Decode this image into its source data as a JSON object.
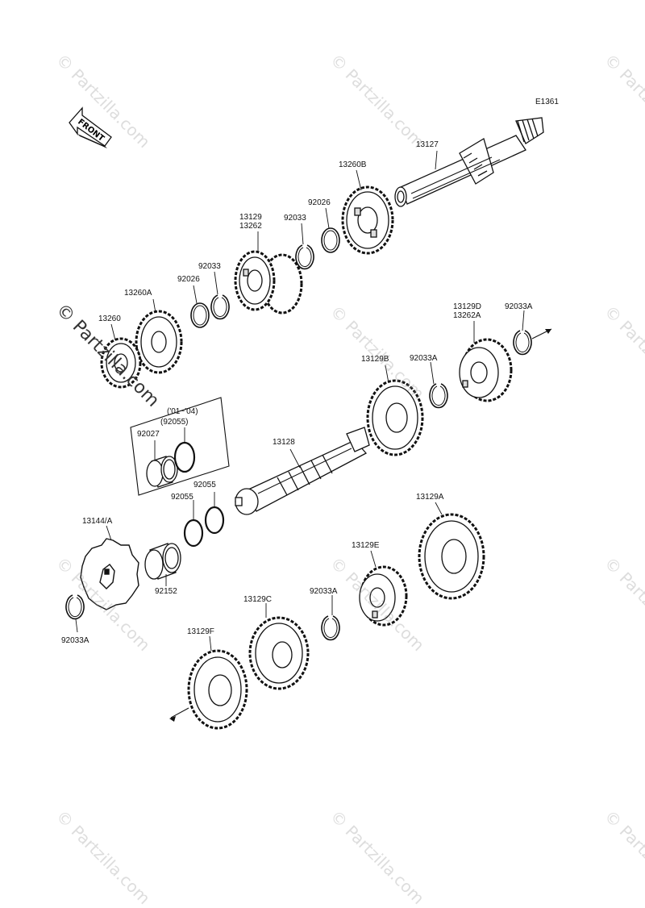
{
  "diagram": {
    "ref_code": "E1361",
    "front_label": "FRONT",
    "watermark": "© Partzilla.com",
    "parts": {
      "p13127": "13127",
      "p13260B": "13260B",
      "p92026_top": "92026",
      "p92033_top": "92033",
      "p13129_13262_a": "13129",
      "p13129_13262_b": "13262",
      "p92033_mid": "92033",
      "p92026_mid": "92026",
      "p13260A": "13260A",
      "p13260": "13260",
      "p13129D_a": "13129D",
      "p13129D_b": "13262A",
      "p92033A_right": "92033A",
      "p13129B": "13129B",
      "p92033A_mid": "92033A",
      "p13128": "13128",
      "p92027": "92027",
      "p92055_paren": "(92055)",
      "p_years": "('01~'04)",
      "p92055_a": "92055",
      "p92055_b": "92055",
      "p13144A": "13144/A",
      "p92152": "92152",
      "p92033A_left": "92033A",
      "p13129A": "13129A",
      "p13129E": "13129E",
      "p92033A_low": "92033A",
      "p13129C": "13129C",
      "p13129F": "13129F"
    }
  }
}
